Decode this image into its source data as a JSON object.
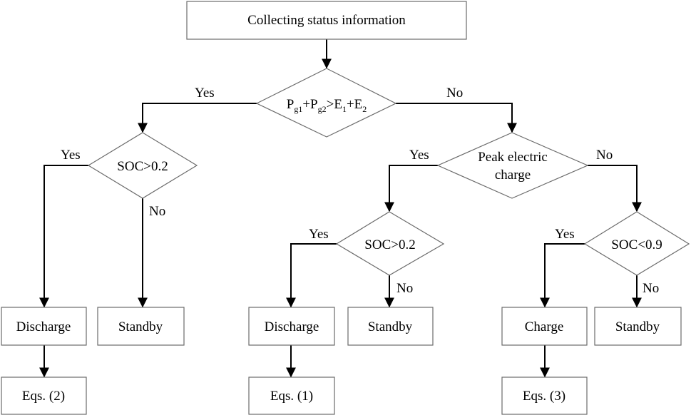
{
  "start": "Collecting status information",
  "decision_main": {
    "parts": [
      "P",
      "g1",
      "+P",
      "g2",
      ">E",
      "1",
      "+E",
      "2"
    ]
  },
  "decision_peak": {
    "line1": "Peak electric",
    "line2": "charge"
  },
  "decision_soc_left": "SOC>0.2",
  "decision_soc_mid": "SOC>0.2",
  "decision_soc_right": "SOC<0.9",
  "edge_labels": {
    "main_yes": "Yes",
    "main_no": "No",
    "soc_left_yes": "Yes",
    "soc_left_no": "No",
    "peak_yes": "Yes",
    "peak_no": "No",
    "soc_mid_yes": "Yes",
    "soc_mid_no": "No",
    "soc_right_yes": "Yes",
    "soc_right_no": "No"
  },
  "actions": {
    "discharge_left": "Discharge",
    "standby_left": "Standby",
    "discharge_mid": "Discharge",
    "standby_mid": "Standby",
    "charge_right": "Charge",
    "standby_right": "Standby"
  },
  "equations": {
    "left": "Eqs. (2)",
    "mid": "Eqs. (1)",
    "right": "Eqs. (3)"
  },
  "colors": {
    "stroke": "#6b6b6b",
    "connector": "#000000",
    "background": "#ffffff"
  }
}
